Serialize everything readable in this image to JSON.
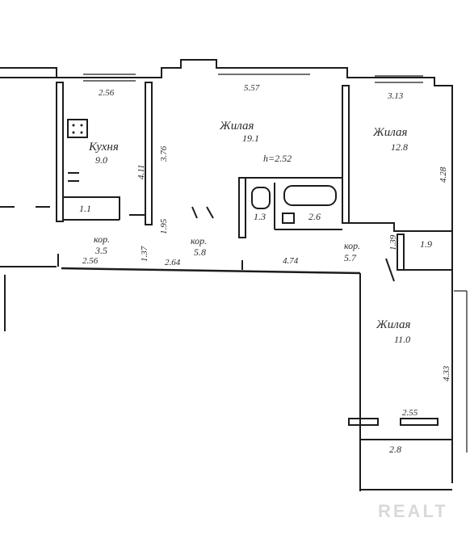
{
  "rooms": {
    "kitchen": {
      "name": "Кухня",
      "area": "9.0"
    },
    "living_large": {
      "name": "Жилая",
      "area": "19.1",
      "height": "h=2.52"
    },
    "living_right": {
      "name": "Жилая",
      "area": "12.8"
    },
    "living_lower": {
      "name": "Жилая",
      "area": "11.0"
    },
    "wc": {
      "area": "1.1"
    },
    "bath": {
      "area": "1.3"
    },
    "bath2": {
      "area": "2.6"
    },
    "storage": {
      "area": "1.9"
    },
    "balcony": {
      "area": "2.8"
    },
    "corridor_left": {
      "name": "кор.",
      "area": "3.5"
    },
    "corridor_mid": {
      "name": "кор.",
      "area": "5.8"
    },
    "corridor_right": {
      "name": "кор.",
      "area": "5.7"
    }
  },
  "dimensions": {
    "kitchen_width": "2.56",
    "living_width": "5.57",
    "right_width": "3.13",
    "kitchen_depth": "4.11",
    "living_depth": "3.76",
    "right_depth": "4.28",
    "corridor_len_left": "2.56",
    "corridor_len_mid": "2.64",
    "corridor_len_right": "4.74",
    "corridor_w1": "1.37",
    "corridor_w2": "1.95",
    "storage_depth": "1.39",
    "lower_depth": "4.33",
    "balcony_width": "2.55"
  },
  "watermark": "REALT"
}
